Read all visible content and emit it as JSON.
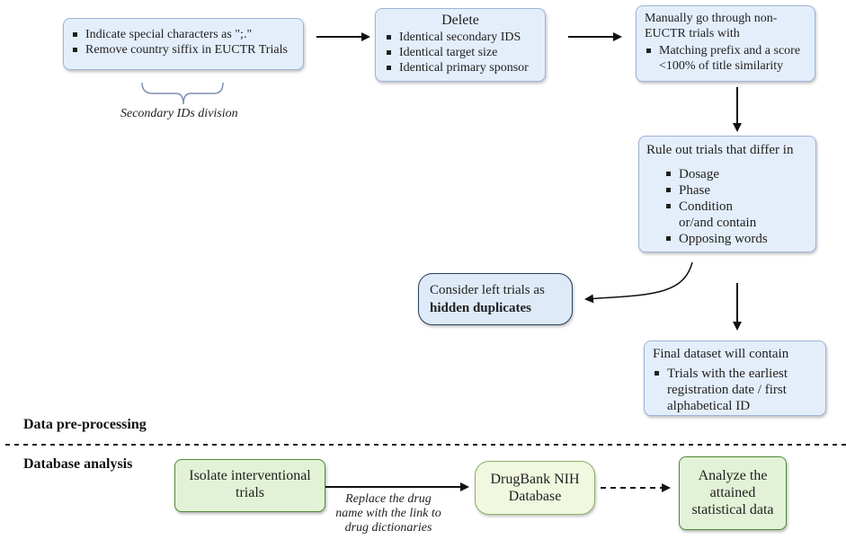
{
  "step_special_chars": {
    "items": [
      "Indicate special characters as \";.\"",
      "Remove country siffix in EUCTR Trials"
    ]
  },
  "secondary_ids_label": "Secondary IDs division",
  "step_delete": {
    "title": "Delete",
    "items": [
      "Identical secondary IDS",
      "Identical target size",
      "Identical primary sponsor"
    ]
  },
  "step_manual": {
    "title": "Manually go through non-EUCTR trials with",
    "items": [
      "Matching prefix and a score <100% of title similarity"
    ]
  },
  "step_rule_out": {
    "title": "Rule out trials that differ in",
    "items": [
      "Dosage",
      "Phase",
      "Condition",
      "Opposing words"
    ],
    "extra": "or/and contain"
  },
  "step_hidden": {
    "text": "Consider left trials as",
    "bold": "hidden duplicates"
  },
  "step_final": {
    "title": "Final dataset will contain",
    "items": [
      "Trials with the earliest registration date / first alphabetical ID"
    ]
  },
  "section_preprocessing": "Data pre-processing",
  "section_analysis": "Database analysis",
  "step_isolate": "Isolate interventional trials",
  "replace_note": "Replace the drug name with the link to drug dictionaries",
  "step_drugbank": "DrugBank NIH Database",
  "step_analyze": "Analyze the attained statistical data",
  "colors": {
    "blue_box": "#e4eefb",
    "blue_border": "#9db4d6",
    "green_box": "#e3f2d6",
    "green_border": "#4f8a38"
  }
}
